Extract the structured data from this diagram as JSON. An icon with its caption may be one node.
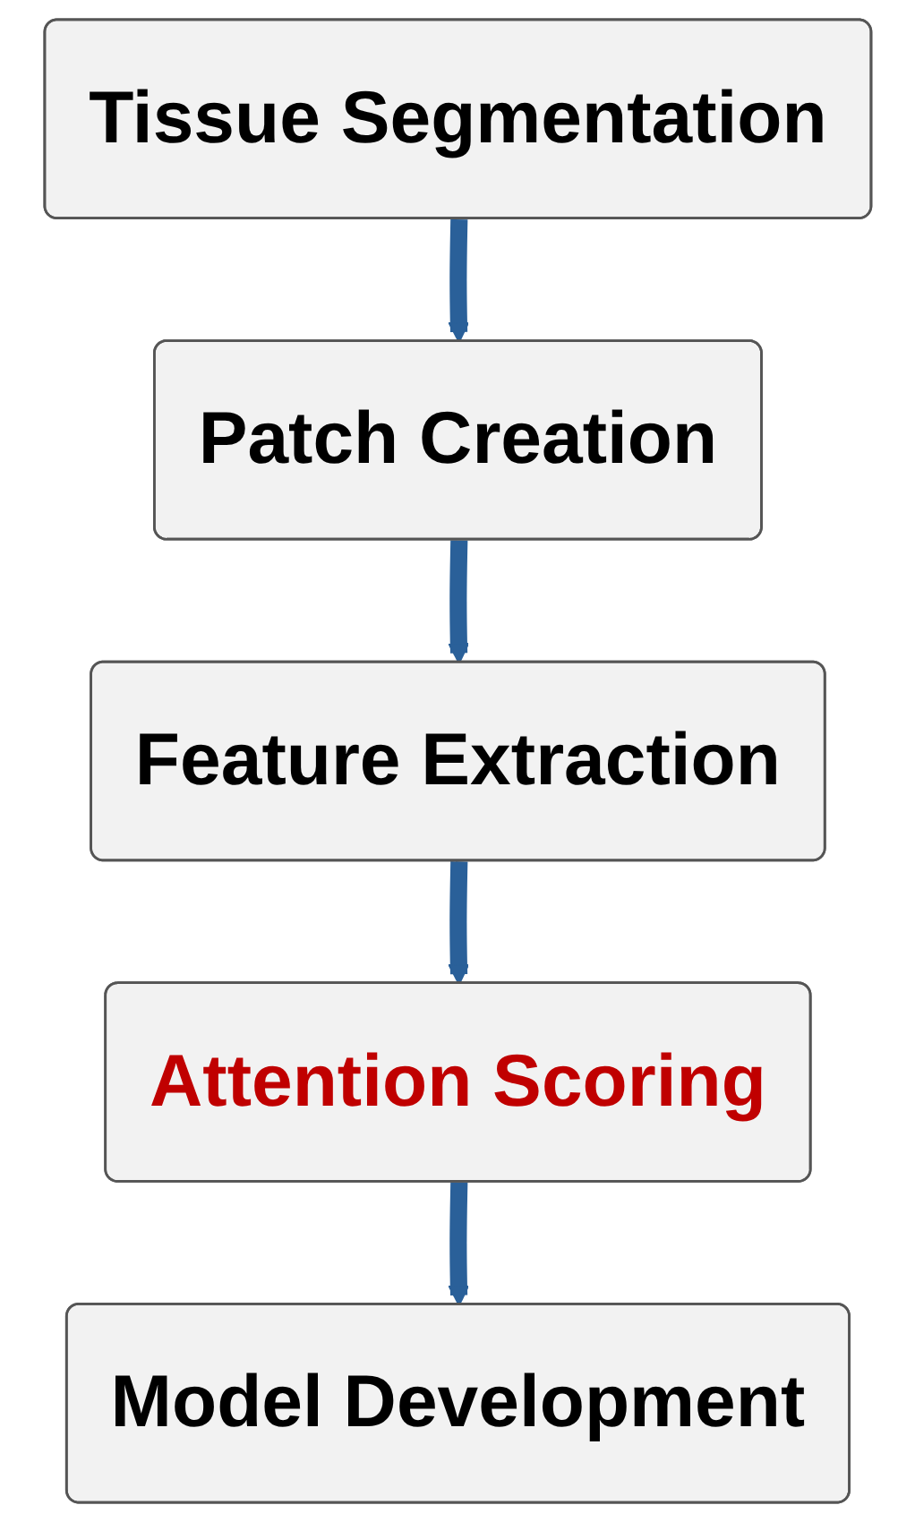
{
  "diagram": {
    "nodes": [
      {
        "text": [
          "Tissue Segmentation"
        ]
      },
      {
        "text": [
          "Patch Creation"
        ]
      },
      {
        "text": [
          "Feature Extraction"
        ]
      },
      {
        "text": [
          "Attention Scoring"
        ]
      },
      {
        "text": [
          "Model Development"
        ]
      }
    ],
    "edges": [
      {
        "from": 0,
        "to": 1,
        "arrow": "to"
      },
      {
        "from": 1,
        "to": 2,
        "arrow": "to"
      },
      {
        "from": 2,
        "to": 3,
        "arrow": "to"
      },
      {
        "from": 3,
        "to": 4,
        "arrow": "to"
      }
    ]
  }
}
